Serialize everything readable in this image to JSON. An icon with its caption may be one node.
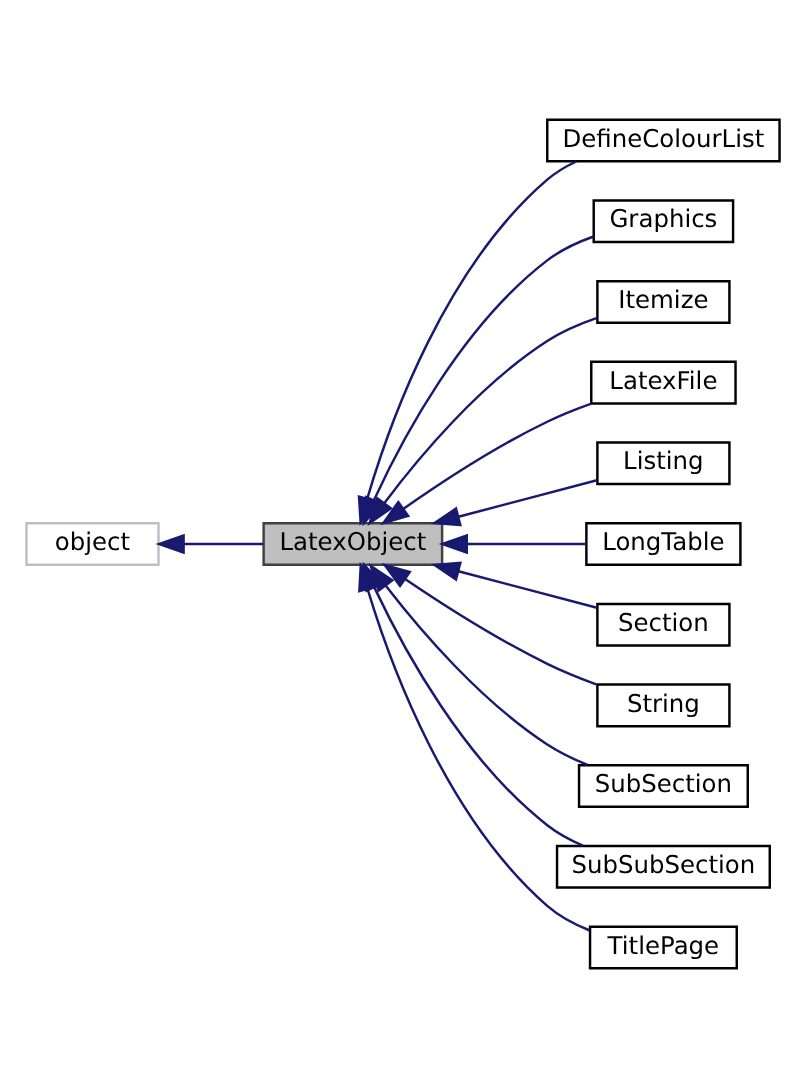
{
  "diagram": {
    "nodes": [
      {
        "text": [
          "object"
        ]
      },
      {
        "text": [
          "LatexObject"
        ]
      },
      {
        "text": [
          "DefineColourList"
        ]
      },
      {
        "text": [
          "Graphics"
        ]
      },
      {
        "text": [
          "Itemize"
        ]
      },
      {
        "text": [
          "LatexFile"
        ]
      },
      {
        "text": [
          "Listing"
        ]
      },
      {
        "text": [
          "LongTable"
        ]
      },
      {
        "text": [
          "Section"
        ]
      },
      {
        "text": [
          "String"
        ]
      },
      {
        "text": [
          "SubSection"
        ]
      },
      {
        "text": [
          "SubSubSection"
        ]
      },
      {
        "text": [
          "TitlePage"
        ]
      }
    ],
    "edges": [
      {
        "from": 1,
        "to": 0,
        "arrow": "to"
      },
      {
        "from": 2,
        "to": 1,
        "arrow": "to"
      },
      {
        "from": 3,
        "to": 1,
        "arrow": "to"
      },
      {
        "from": 4,
        "to": 1,
        "arrow": "to"
      },
      {
        "from": 5,
        "to": 1,
        "arrow": "to"
      },
      {
        "from": 6,
        "to": 1,
        "arrow": "to"
      },
      {
        "from": 7,
        "to": 1,
        "arrow": "to"
      },
      {
        "from": 8,
        "to": 1,
        "arrow": "to"
      },
      {
        "from": 9,
        "to": 1,
        "arrow": "to"
      },
      {
        "from": 10,
        "to": 1,
        "arrow": "to"
      },
      {
        "from": 11,
        "to": 1,
        "arrow": "to"
      },
      {
        "from": 12,
        "to": 1,
        "arrow": "to"
      }
    ]
  }
}
